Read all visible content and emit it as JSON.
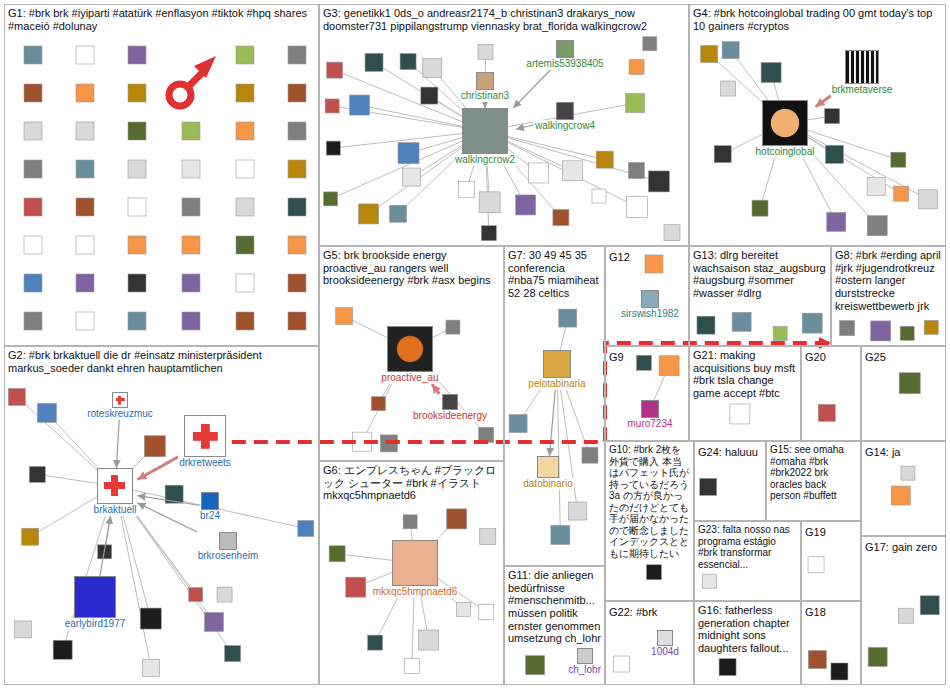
{
  "diagram": {
    "nodes": [
      {
        "text": [
          "G1: #brk brk #iyiparti #atatürk #enflasyon #tiktok #hpq shares #maceió #dolunay"
        ]
      },
      {
        "text": [
          "G3: genetikk1 0ds_o andreasr2174_b christinan3 drakarys_now doomster731 pippilangstrump viennasky brat_florida walkingcrow2"
        ]
      },
      {
        "text": [
          "artemis53938405"
        ],
        "in": 1
      },
      {
        "text": [
          "christinan3"
        ],
        "in": 1
      },
      {
        "text": [
          "walkingcrow4"
        ],
        "in": 1
      },
      {
        "text": [
          "walkingcrow2"
        ],
        "in": 1
      },
      {
        "text": [
          "G4: #brk hotcoinglobal trading 00 gmt today's top 10 gainers #cryptos"
        ]
      },
      {
        "text": [
          "brkmetaverse"
        ],
        "in": 6
      },
      {
        "text": [
          "hotcoinglobal"
        ],
        "in": 6
      },
      {
        "text": [
          "G2: #brk brkaktuell die dr #einsatz ministerpräsident markus_soeder dankt ehren hauptamtlichen"
        ]
      },
      {
        "text": [
          "roteskreuzmuc"
        ],
        "in": 9
      },
      {
        "text": [
          "drkretweets"
        ],
        "in": 9
      },
      {
        "text": [
          "brkaktuell"
        ],
        "in": 9
      },
      {
        "text": [
          "br24"
        ],
        "in": 9
      },
      {
        "text": [
          "brkrosenheim"
        ],
        "in": 9
      },
      {
        "text": [
          "earlybird1977"
        ],
        "in": 9
      },
      {
        "text": [
          "G5: brk brookside energy proactive_au rangers well brooksideenergy #brk #asx begins"
        ]
      },
      {
        "text": [
          "proactive_au"
        ],
        "in": 16
      },
      {
        "text": [
          "brooksideenergy"
        ],
        "in": 16
      },
      {
        "text": [
          "G7: 30 49 45 35 conferencia #nba75 miamiheat 52 28 celtics"
        ]
      },
      {
        "text": [
          "pelotabinaria"
        ],
        "in": 19
      },
      {
        "text": [
          "datobinario"
        ],
        "in": 19
      },
      {
        "text": [
          "G12"
        ]
      },
      {
        "text": [
          "sirswish1982"
        ],
        "in": 22
      },
      {
        "text": [
          "G13: dlrg bereitet wachsaison staz_augsburg #augsburg #sommer #wasser #dlrg"
        ]
      },
      {
        "text": [
          "G8: #brk #erding april #jrk #jugendrotkreuz #ostern langer durststrecke kreiswettbewerb jrk"
        ]
      },
      {
        "text": [
          "G6: エンプレスちゃん #ブラックロック シューター #brk #イラスト mkxqc5hmpnaetd6"
        ]
      },
      {
        "text": [
          "mkxqc5hmpnaetd6"
        ],
        "in": 26
      },
      {
        "text": [
          "G9"
        ]
      },
      {
        "text": [
          "muro7234"
        ],
        "in": 28
      },
      {
        "text": [
          "G21: making acquisitions buy msft #brk tsla change game accept #btc"
        ]
      },
      {
        "text": [
          "G20"
        ]
      },
      {
        "text": [
          "G25"
        ]
      },
      {
        "text": [
          "G10: #brk 2枚を外貨で購入 本当はバフェット氏が持っているだろう3a の方が良かったのだけどとても手が届かなかったので断念しました インデックスとともに期待したい"
        ]
      },
      {
        "text": [
          "G24: haluuu"
        ]
      },
      {
        "text": [
          "G15: see omaha #omaha #brk #brk2022 brk oracles back person #buffett"
        ]
      },
      {
        "text": [
          "G14: ja"
        ]
      },
      {
        "text": [
          "G11: die anliegen bedürfnisse #menschenmitb... müssen politik ernster genommen umsetzung ch_lohr"
        ]
      },
      {
        "text": [
          "ch_lohr"
        ],
        "in": 37
      },
      {
        "text": [
          "G23: falta nosso nas programa estágio #brk transformar essencial..."
        ]
      },
      {
        "text": [
          "G19"
        ]
      },
      {
        "text": [
          "G17: gain zero"
        ]
      },
      {
        "text": [
          "G22: #brk"
        ]
      },
      {
        "text": [
          "1004d"
        ],
        "in": 42
      },
      {
        "text": [
          "G16: fatherless generation chapter midnight sons daughters fallout..."
        ]
      },
      {
        "text": [
          "G18"
        ]
      }
    ],
    "edges": [
      {
        "from": 3,
        "to": 5,
        "arrow": "to"
      },
      {
        "from": 4,
        "to": 5,
        "arrow": "to"
      },
      {
        "from": 2,
        "to": 5,
        "arrow": "to"
      },
      {
        "from": 7,
        "to": 8,
        "arrow": "to"
      },
      {
        "from": 10,
        "to": 12,
        "arrow": "to"
      },
      {
        "from": 11,
        "to": 12,
        "arrow": "to"
      },
      {
        "from": 13,
        "to": 12,
        "arrow": "to"
      },
      {
        "from": 14,
        "to": 12,
        "arrow": "to"
      },
      {
        "from": 15,
        "to": 12,
        "arrow": "to"
      },
      {
        "from": 18,
        "to": 17,
        "arrow": "to"
      },
      {
        "from": 20,
        "to": 21,
        "arrow": "to"
      },
      {
        "from": 11,
        "to": 25,
        "arrow": "to"
      }
    ]
  }
}
